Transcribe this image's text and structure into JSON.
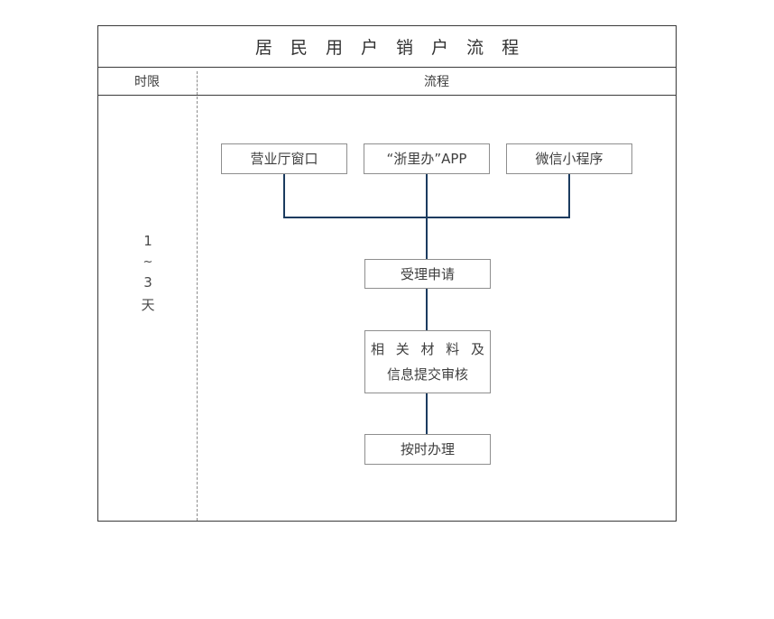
{
  "document": {
    "title": "居 民 用 户 销 户 流 程",
    "accent_color": "#1b3b5f",
    "frame_color": "#3a3a3a",
    "box_border_color": "#8e8e8e"
  },
  "table": {
    "headers": {
      "time_limit": "时限",
      "process": "流程"
    }
  },
  "time_limit": {
    "value_start": "1",
    "separator": "~",
    "value_end": "3",
    "unit": "天"
  },
  "chart_data": {
    "type": "flowchart",
    "title": "居 民 用 户 销 户 流 程",
    "columns": [
      "时限",
      "流程"
    ],
    "nodes": [
      {
        "id": "hall",
        "label": "营业厅窗口",
        "level": 1
      },
      {
        "id": "app",
        "label": "“浙里办”APP",
        "level": 1
      },
      {
        "id": "wechat",
        "label": "微信小程序",
        "level": 1
      },
      {
        "id": "accept",
        "label": "受理申请",
        "level": 2
      },
      {
        "id": "materials",
        "label_line1": "相 关 材 料 及",
        "label_line2": "信息提交审核",
        "level": 3
      },
      {
        "id": "handle",
        "label": "按时办理",
        "level": 4
      }
    ],
    "edges": [
      {
        "from": "hall",
        "to": "accept"
      },
      {
        "from": "app",
        "to": "accept"
      },
      {
        "from": "wechat",
        "to": "accept"
      },
      {
        "from": "accept",
        "to": "materials"
      },
      {
        "from": "materials",
        "to": "handle"
      }
    ],
    "annotations": [
      {
        "text": "1 ~ 3 天",
        "column": "时限",
        "applies_to": "all"
      }
    ]
  }
}
